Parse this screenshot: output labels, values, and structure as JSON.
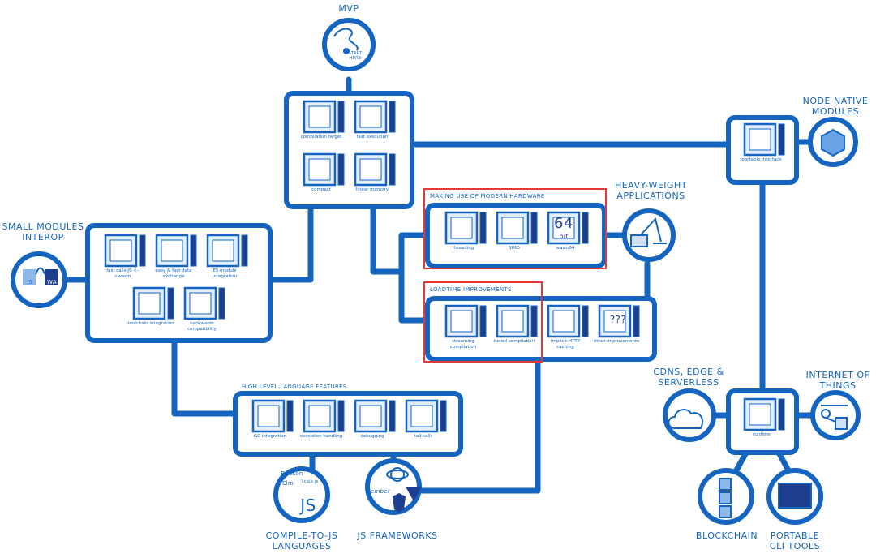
{
  "colors": {
    "line": "#1565c0",
    "fill": "#e3f0fc",
    "highlight": "#e53935",
    "bar": "#1e3f8f"
  },
  "nodes": {
    "mvp": {
      "title": "MVP",
      "start": "START HERE"
    },
    "node_native": {
      "title": "NODE NATIVE MODULES"
    },
    "small_modules": {
      "title": "SMALL MODULES INTEROP",
      "js": "JS",
      "wa": "WA"
    },
    "heavy_weight": {
      "title": "HEAVY-WEIGHT APPLICATIONS"
    },
    "cdn": {
      "title": "CDNs, EDGE & SERVERLESS"
    },
    "iot": {
      "title": "INTERNET OF THINGS"
    },
    "blockchain": {
      "title": "BLOCKCHAIN"
    },
    "cli": {
      "title": "PORTABLE CLI TOOLS"
    },
    "compile_js": {
      "title": "COMPILE-TO-JS LANGUAGES",
      "reason": "Reason",
      "scala": "Scala.js",
      "elm": "Elm",
      "js": "JS"
    },
    "frameworks": {
      "title": "JS FRAMEWORKS",
      "ember": "ember"
    }
  },
  "groups": {
    "mvp": {
      "tiles": [
        "compilation target",
        "fast execution",
        "compact",
        "linear memory"
      ]
    },
    "node": {
      "tiles": [
        "portable interface"
      ]
    },
    "runtime": {
      "tiles": [
        "runtime"
      ]
    },
    "small": {
      "tiles": [
        "fast calls JS <->wasm",
        "easy & fast data exchange",
        "ES module integration",
        "toolchain integration",
        "backwards compatibility"
      ]
    },
    "hardware": {
      "title": "MAKING USE OF MODERN HARDWARE",
      "tiles": [
        "threading",
        "SIMD",
        "wasm64"
      ],
      "big64": "64",
      "bit": "bit"
    },
    "loadtime": {
      "title": "LOADTIME IMPROVEMENTS",
      "tiles": [
        "streaming compilation",
        "tiered compilation",
        "implicit HTTP caching",
        "other improvements"
      ],
      "qqq": "???"
    },
    "highlevel": {
      "title": "HIGH LEVEL LANGUAGE FEATURES",
      "tiles": [
        "GC integration",
        "exception handling",
        "debugging",
        "tail calls"
      ]
    }
  }
}
